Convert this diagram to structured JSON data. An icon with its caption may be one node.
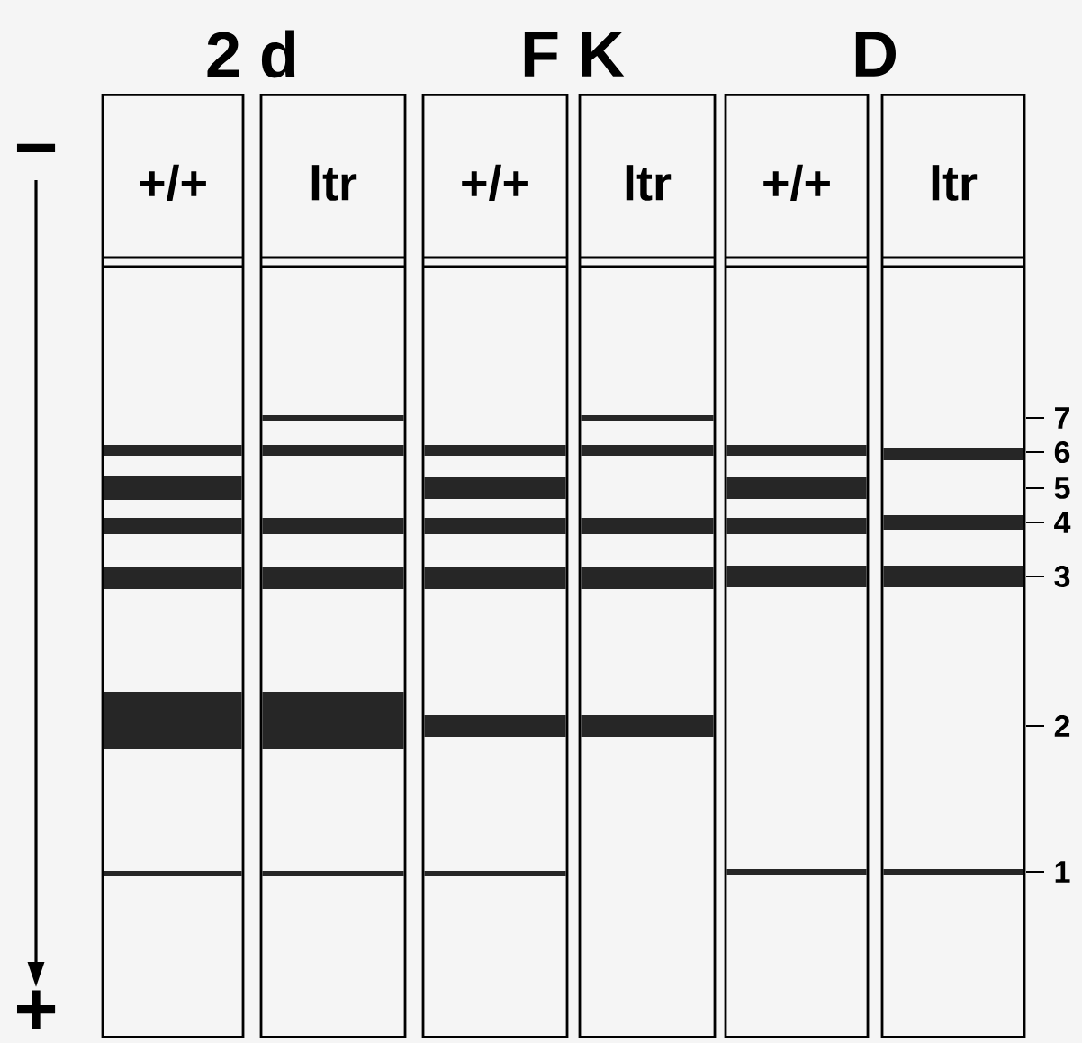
{
  "diagram": {
    "nodes": [
      {
        "text": [
          "+/+"
        ]
      },
      {
        "text": [
          "ltr"
        ]
      },
      {
        "text": [
          "+/+"
        ]
      },
      {
        "text": [
          "ltr"
        ]
      },
      {
        "text": [
          "+/+"
        ]
      },
      {
        "text": [
          "ltr"
        ]
      }
    ],
    "labels": [
      "2 d",
      "F K",
      "D",
      "−",
      "+",
      "7",
      "6",
      "5",
      "4",
      "3",
      "2",
      "1"
    ]
  }
}
